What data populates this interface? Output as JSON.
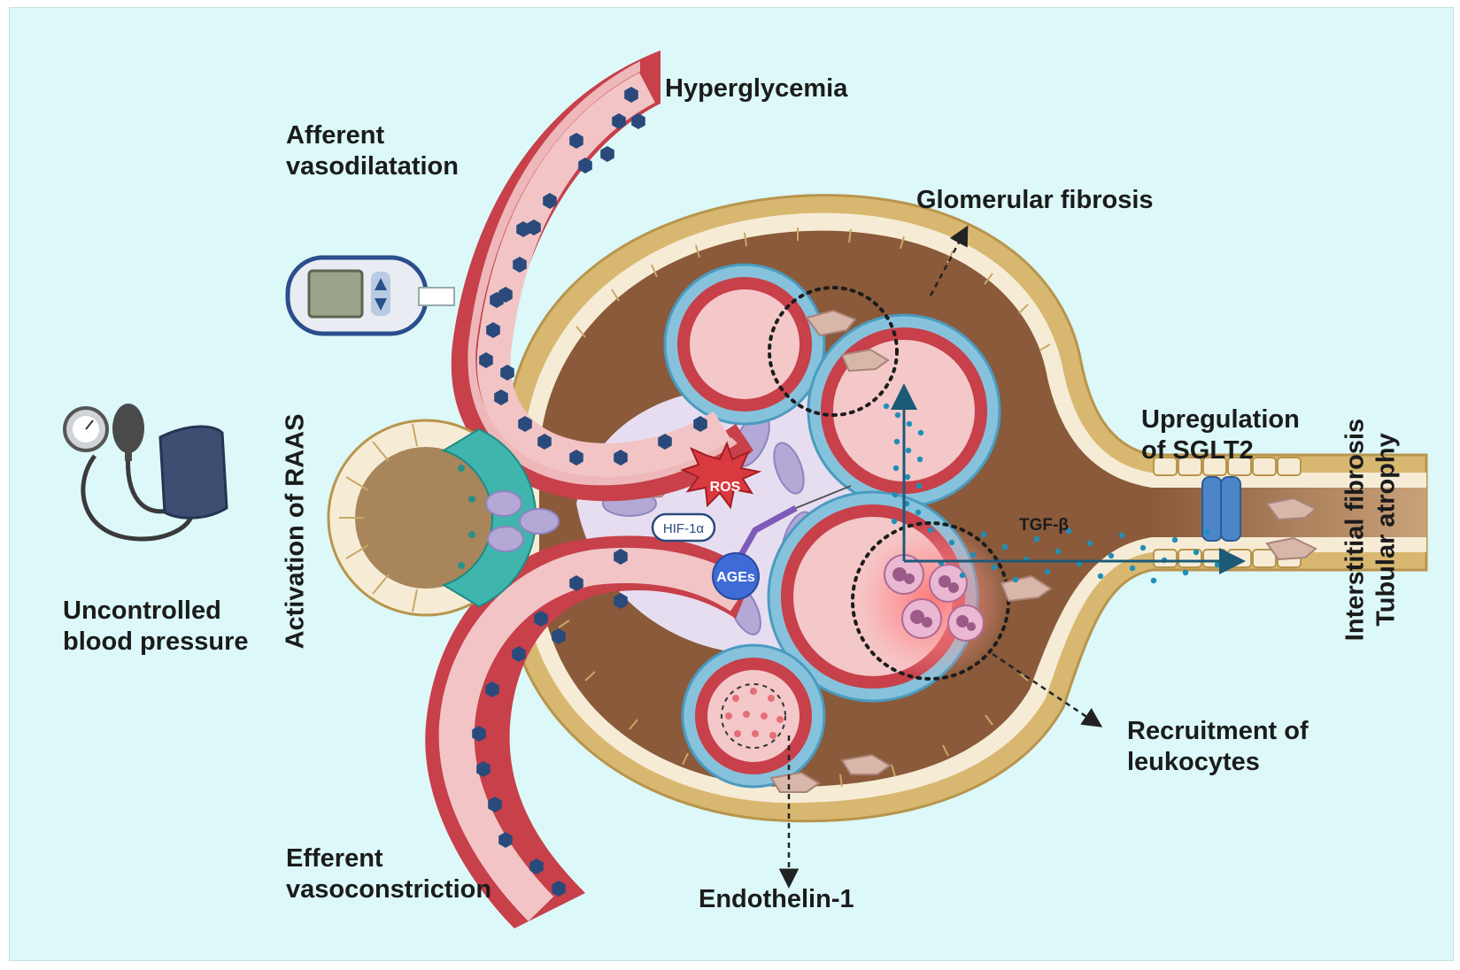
{
  "labels": {
    "hyperglycemia": "Hyperglycemia",
    "afferent_line1": "Afferent",
    "afferent_line2": "vasodilatation",
    "glomerular_fibrosis": "Glomerular fibrosis",
    "upregulation_line1": "Upregulation",
    "upregulation_line2": "of SGLT2",
    "interstitial_fibrosis": "Interstitial fibrosis",
    "tubular_atrophy": "Tubular atrophy",
    "activation_raas": "Activation of RAAS",
    "uncontrolled_line1": "Uncontrolled",
    "uncontrolled_line2": "blood pressure",
    "recruitment_line1": "Recruitment of",
    "recruitment_line2": "leukocytes",
    "efferent_line1": "Efferent",
    "efferent_line2": "vasoconstriction",
    "endothelin": "Endothelin-1",
    "ros": "ROS",
    "hif": "HIF-1α",
    "ages": "AGEs",
    "tgf": "TGF-β"
  },
  "colors": {
    "background": "#dcf8f8",
    "vessel_wall": "#c7404a",
    "vessel_lumen": "#f2c4c6",
    "glucose": "#2a4a7c",
    "capsule": "#d8b870",
    "bowman_space": "#8a5a3a",
    "podocyte": "#86c2dc",
    "mesangium": "#e6def0"
  },
  "icons": [
    "glucose-meter-icon",
    "blood-pressure-cuff-icon",
    "sglt2-transporter-icon",
    "leukocyte-icon",
    "fibroblast-icon"
  ]
}
